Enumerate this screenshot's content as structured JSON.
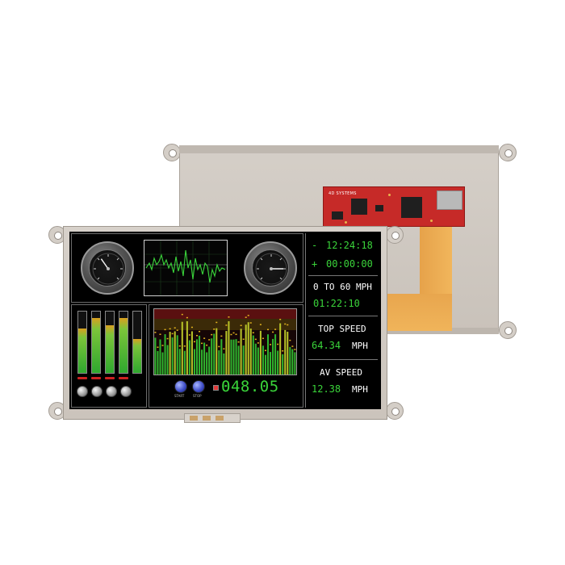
{
  "board": {
    "pcb_label": "4D SYSTEMS"
  },
  "screen": {
    "clock_prefix": "-",
    "clock_time": "12:24:18",
    "timer_prefix": "+",
    "timer_time": "00:00:00",
    "accel_label": "0 TO 60 MPH",
    "accel_time": "01:22:10",
    "top_speed_label": "TOP SPEED",
    "top_speed_value": "64.34",
    "top_speed_unit": "MPH",
    "avg_speed_label": "AV SPEED",
    "avg_speed_value": "12.38",
    "avg_speed_unit": "MPH",
    "display_value": "048.05",
    "display_ghost": "8",
    "start_label": "START",
    "stop_label": "STOP"
  },
  "colors": {
    "screen_green": "#3ad43a",
    "bezel": "#d2ccc5",
    "pcb": "#c62a28",
    "flex_cable": "#eeab55",
    "button_blue": "#3a49c4"
  },
  "meters": [
    {
      "level": 0.72
    },
    {
      "level": 0.9
    },
    {
      "level": 0.78
    },
    {
      "level": 0.9
    },
    {
      "level": 0.55
    }
  ],
  "gauges": [
    {
      "needle_angle_deg": -35
    },
    {
      "needle_angle_deg": 90
    }
  ]
}
